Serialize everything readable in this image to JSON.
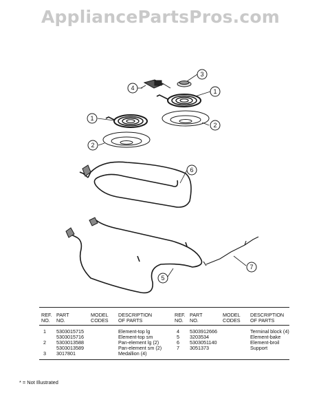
{
  "watermark": "AppliancePartsPros.com",
  "callouts": {
    "c1a": "1",
    "c1b": "1",
    "c2a": "2",
    "c2b": "2",
    "c3": "3",
    "c4": "4",
    "c5": "5",
    "c6": "6",
    "c7": "7"
  },
  "table": {
    "headers": {
      "ref_1": "REF.",
      "no_1": "NO.",
      "part_1": "PART",
      "pno_1": "NO.",
      "model_1": "MODEL",
      "codes_1": "CODES",
      "desc_1": "DESCRIPTION",
      "ofparts_1": "OF PARTS",
      "ref_2": "REF.",
      "no_2": "NO.",
      "part_2": "PART",
      "pno_2": "NO.",
      "model_2": "MODEL",
      "codes_2": "CODES",
      "desc_2": "DESCRIPTION",
      "ofparts_2": "OF PARTS"
    },
    "left_rows": [
      {
        "ref": "1",
        "part": "5303015715",
        "desc": "Element-top lg"
      },
      {
        "ref": "",
        "part": "5303015716",
        "desc": "Element-top sm"
      },
      {
        "ref": "2",
        "part": "5303013588",
        "desc": "Pan-element lg (2)"
      },
      {
        "ref": "",
        "part": "5303013589",
        "desc": "Pan-element sm (2)"
      },
      {
        "ref": "3",
        "part": "3017801",
        "desc": "Medallion (4)"
      }
    ],
    "right_rows": [
      {
        "ref": "4",
        "part": "5303912666",
        "desc": "Terminal block (4)"
      },
      {
        "ref": "5",
        "part": "3203534",
        "desc": "Element-bake"
      },
      {
        "ref": "6",
        "part": "5303051140",
        "desc": "Element-broil"
      },
      {
        "ref": "7",
        "part": "3051373",
        "desc": "Support"
      }
    ]
  },
  "footnote": "* = Not Illustrated"
}
